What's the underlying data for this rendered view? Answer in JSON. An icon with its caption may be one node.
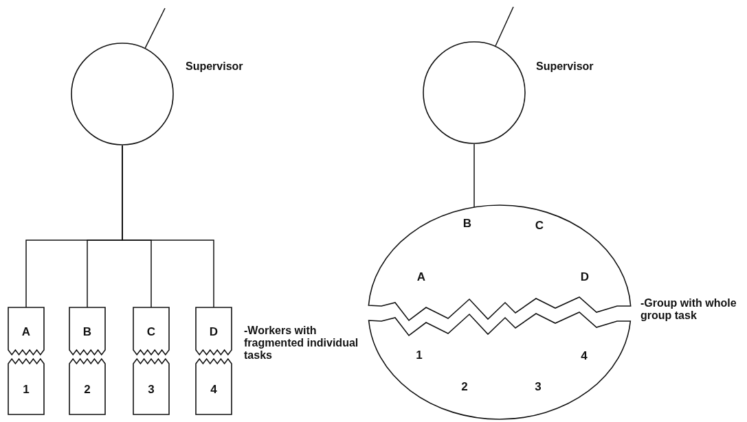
{
  "diagram": {
    "nodes": [
      {
        "text": [],
        "shape": "circle",
        "beside": [
          "Supervisor"
        ]
      },
      {
        "text": [
          "A"
        ]
      },
      {
        "text": [
          "B"
        ]
      },
      {
        "text": [
          "C"
        ]
      },
      {
        "text": [
          "D"
        ]
      },
      {
        "text": [
          "1"
        ]
      },
      {
        "text": [
          "2"
        ]
      },
      {
        "text": [
          "3"
        ]
      },
      {
        "text": [
          "4"
        ]
      },
      {
        "text": [],
        "shape": "circle",
        "beside": [
          "Supervisor"
        ]
      },
      {
        "text": [
          "B",
          "C",
          "A",
          "D"
        ]
      },
      {
        "text": [
          "1",
          "4",
          "2",
          "3"
        ]
      }
    ],
    "edges": [
      {
        "from": null,
        "to": 0,
        "arrow": "none"
      },
      {
        "from": 0,
        "to": 1,
        "arrow": "none"
      },
      {
        "from": 0,
        "to": 2,
        "arrow": "none"
      },
      {
        "from": 0,
        "to": 3,
        "arrow": "none"
      },
      {
        "from": 0,
        "to": 4,
        "arrow": "none"
      },
      {
        "from": null,
        "to": 9,
        "arrow": "none"
      },
      {
        "from": 9,
        "to": 10,
        "arrow": "none"
      }
    ],
    "labels": [
      "-Workers with fragmented individual tasks",
      "-Group with whole group task"
    ]
  }
}
